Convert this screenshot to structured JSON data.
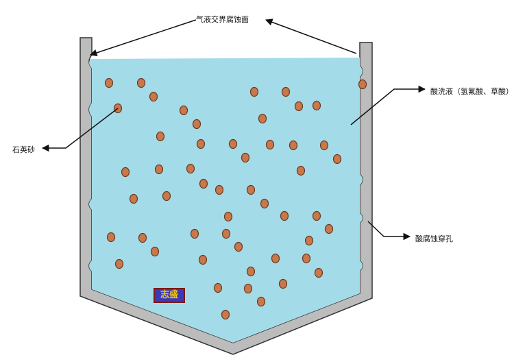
{
  "labels": {
    "interface": "气液交界腐蚀面",
    "sand": "石英砂",
    "acid": "酸洗液（氢氟酸、草酸）",
    "perforation": "酸腐蚀穿孔"
  },
  "logo": {
    "text": "志盛"
  },
  "colors": {
    "liquid": "#a4dbe9",
    "wall": "#bcbcbc",
    "wall_outline": "#333333",
    "particle": "#c8784a",
    "particle_outline": "#6b3a1f",
    "logo_bg": "#3a3ab4",
    "logo_text": "#f6c21c"
  }
}
